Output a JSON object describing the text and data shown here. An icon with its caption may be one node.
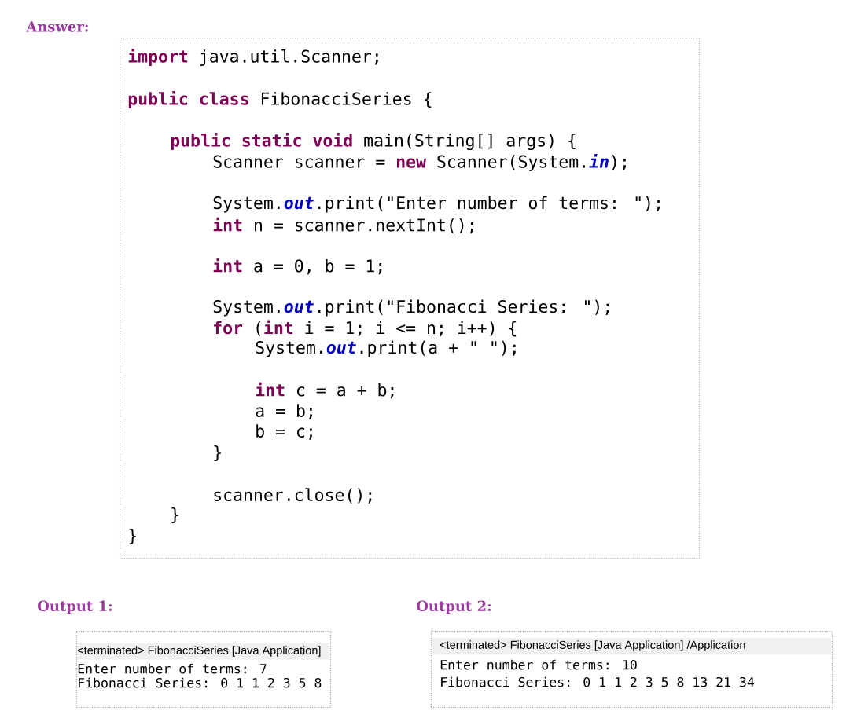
{
  "diagram": {
    "nodes": [
      {
        "text": [
          "**import** java.util.Scanner;",
          "**public** **class** FibonacciSeries {",
          "**public** **static** **void** main(String[] args) {",
          "Scanner scanner = **new** Scanner(System.*in*);",
          "System.*out*.print(\"Enter number of terms: \");",
          "**int** n = scanner.nextInt();",
          "**int** a = 0, b = 1;",
          "System.*out*.print(\"Fibonacci Series: \");",
          "**for** (**int** i = 1; i <= n; i++) {",
          "System.*out*.print(a + \" \");",
          "**int** c = a + b;",
          "a = b;",
          "b = c;",
          "}",
          "scanner.close();",
          "}",
          "}"
        ]
      },
      {
        "text": [
          "Output 1:",
          "<terminated> FibonacciSeries [Java Application]",
          "Enter number of terms: 7",
          "Fibonacci Series: 0 1 1 2 3 5 8"
        ]
      },
      {
        "text": [
          "Output 2:",
          "<terminated> FibonacciSeries [Java Application] /Application",
          "Enter number of terms: 10",
          "Fibonacci Series: 0 1 1 2 3 5 8 13 21 34"
        ]
      }
    ],
    "labels": [
      "Answer:"
    ]
  }
}
